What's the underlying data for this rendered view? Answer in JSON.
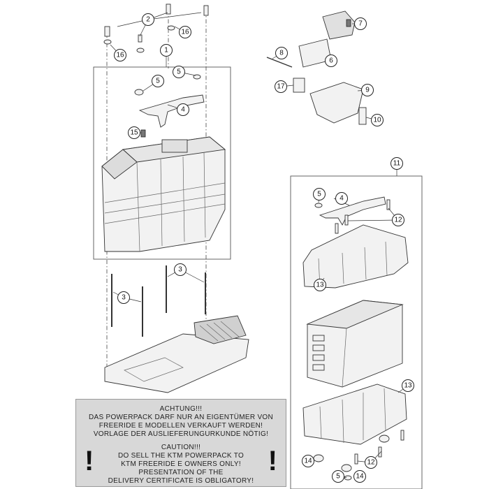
{
  "callouts": {
    "c1": "1",
    "c2": "2",
    "c3a": "3",
    "c3b": "3",
    "c4a": "4",
    "c4b": "4",
    "c5a": "5",
    "c5b": "5",
    "c5c": "5",
    "c5d": "5",
    "c6": "6",
    "c7": "7",
    "c8": "8",
    "c9": "9",
    "c10": "10",
    "c11": "11",
    "c12a": "12",
    "c12b": "12",
    "c13a": "13",
    "c13b": "13",
    "c14a": "14",
    "c14b": "14",
    "c15": "15",
    "c16a": "16",
    "c16b": "16",
    "c17": "17"
  },
  "notice": {
    "de_1": "ACHTUNG!!!",
    "de_2": "DAS POWERPACK DARF NUR AN EIGENTÜMER VON",
    "de_3": "FREERIDE E MODELLEN VERKAUFT WERDEN!",
    "de_4": "VORLAGE DER AUSLIEFERUNGURKUNDE NÖTIG!",
    "en_1": "CAUTION!!!",
    "en_2": "DO SELL THE KTM POWERPACK TO",
    "en_3": "KTM FREERIDE E OWNERS ONLY!",
    "en_4": "PRESENTATION OF THE",
    "en_5": "DELIVERY CERTIFICATE IS OBLIGATORY!",
    "mark_left": "!",
    "mark_right": "!"
  }
}
